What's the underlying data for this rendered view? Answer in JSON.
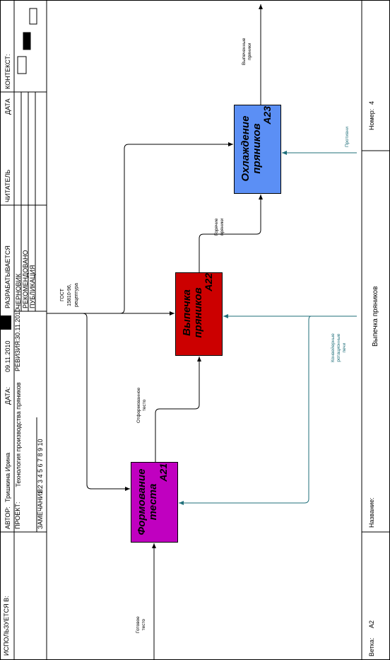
{
  "header": {
    "used_at_label": "ИСПОЛЬЗУЕТСЯ В:",
    "author_label": "АВТОР:",
    "author": "Тришкина Ирина",
    "date_label": "ДАТА:",
    "date": "09.11.2010",
    "project_label": "ПРОЕКТ:",
    "project": "Технология производства пряников",
    "revision_label": "РЕВИЗИЯ:",
    "revision": "30.11.2010",
    "notes_label": "ЗАМЕЧАНИЯ:",
    "notes_numbers": "1  2  3  4  5  6  7  8  9  10",
    "status": [
      "РАЗРАБАТЫВАЕТСЯ",
      "ЧЕРНОВИК",
      "РЕКОМЕНДОВАНО",
      "ПУБЛИКАЦИЯ"
    ],
    "reader_label": "ЧИТАТЕЛЬ",
    "date_col_label": "ДАТА",
    "context_label": "КОНТЕКСТ:"
  },
  "footer": {
    "branch_label": "Ветка:",
    "branch": "А2",
    "name_label": "Название:",
    "name": "Выпечка пряников",
    "number_label": "Номер:",
    "number": "4"
  },
  "boxes": [
    {
      "title_line1": "Формование",
      "title_line2": "теста",
      "id": "А21",
      "color": "#c000c0"
    },
    {
      "title_line1": "Выпечка",
      "title_line2": "пряников",
      "id": "А22",
      "color": "#cc0000"
    },
    {
      "title_line1": "Охлаждение",
      "title_line2": "пряников",
      "id": "А23",
      "color": "#5b8ff5"
    }
  ],
  "arrows": {
    "input_dough_line1": "Готовое",
    "input_dough_line2": "тесто",
    "formed_dough_line1": "Отформованное",
    "formed_dough_line2": "тесто",
    "hot_line1": "Горячие",
    "hot_line2": "пряники",
    "baked_line1": "Выпеченные",
    "baked_line2": "пряники",
    "control_line1": "ГОСТ",
    "control_line2": "15810-96,",
    "control_line3": "рецептура",
    "mech_ovens_line1": "Конвейерные",
    "mech_ovens_line2": "ротационные",
    "mech_ovens_line3": "печи",
    "mech_trays": "Противни"
  },
  "colors": {
    "arrow_black": "#000000",
    "arrow_teal": "#1f6f7a"
  }
}
